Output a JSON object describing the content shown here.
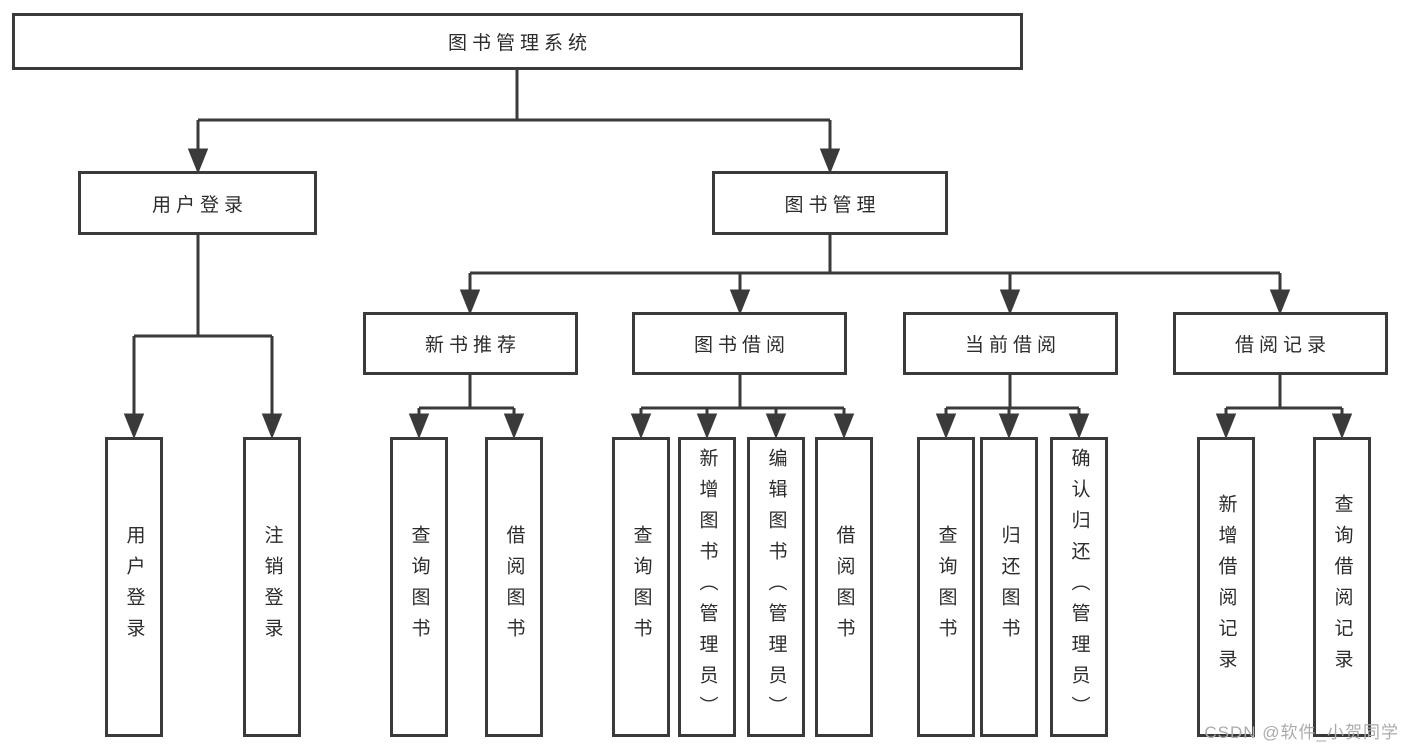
{
  "diagram_type": "feature-tree",
  "colors": {
    "line": "#3a3a3a",
    "box_border": "#3a3a3a",
    "text": "#2c2c2c",
    "watermark": "#ababab",
    "background": "#ffffff"
  },
  "tree": {
    "label": "图书管理系统",
    "children": [
      {
        "label": "用户登录",
        "children": [
          {
            "label": "用户登录"
          },
          {
            "label": "注销登录"
          }
        ]
      },
      {
        "label": "图书管理",
        "children": [
          {
            "label": "新书推荐",
            "children": [
              {
                "label": "查询图书"
              },
              {
                "label": "借阅图书"
              }
            ]
          },
          {
            "label": "图书借阅",
            "children": [
              {
                "label": "查询图书"
              },
              {
                "label": "新增图书（管理员）"
              },
              {
                "label": "编辑图书（管理员）"
              },
              {
                "label": "借阅图书"
              }
            ]
          },
          {
            "label": "当前借阅",
            "children": [
              {
                "label": "查询图书"
              },
              {
                "label": "归还图书"
              },
              {
                "label": "确认归还（管理员）"
              }
            ]
          },
          {
            "label": "借阅记录",
            "children": [
              {
                "label": "新增借阅记录"
              },
              {
                "label": "查询借阅记录"
              }
            ]
          }
        ]
      }
    ]
  },
  "watermark": {
    "text": "CSDN @软件_小贺同学"
  }
}
